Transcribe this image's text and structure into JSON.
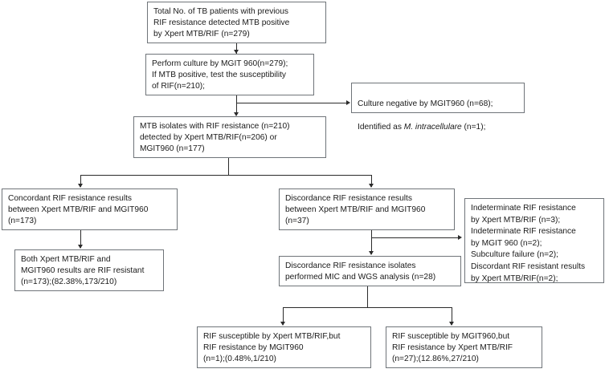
{
  "diagram": {
    "type": "flowchart",
    "title": "TB patient RIF resistance testing flow",
    "colors": {
      "box_border": "#6f7479",
      "connector": "#2b2b2b",
      "text": "#1a1a1a",
      "background": "#ffffff"
    },
    "nodes": {
      "total_patients": "Total No. of TB patients with previous\nRIF resistance detected MTB positive\nby Xpert MTB/RIF (n=279)",
      "perform_culture": "Perform culture by MGIT 960(n=279);\nIf MTB positive, test the susceptibility\nof RIF(n=210);",
      "culture_negative_line1": "Culture negative by MGIT960 (n=68);",
      "culture_negative_line2_pre": "Identified as ",
      "culture_negative_line2_italic": "M. intracellulare",
      "culture_negative_line2_post": " (n=1);",
      "mtb_isolates": "MTB isolates with RIF resistance (n=210)\ndetected by Xpert MTB/RIF(n=206) or\nMGIT960 (n=177)",
      "concordant": "Concordant RIF resistance results\nbetween Xpert MTB/RIF and MGIT960\n(n=173)",
      "both_resistant": "Both Xpert MTB/RIF and\nMGIT960 results are RIF resistant\n(n=173);(82.38%,173/210)",
      "discordance": "Discordance RIF resistance results\nbetween Xpert MTB/RIF and MGIT960\n(n=37)",
      "excluded": "Indeterminate  RIF resistance\n by Xpert MTB/RIF (n=3);\nIndeterminate  RIF resistance\n by MGIT 960 (n=2);\nSubculture failure (n=2);\nDiscordant RIF resistant results\nby Xpert MTB/RIF(n=2);",
      "mic_wgs": "Discordance RIF resistance isolates\nperformed MIC and WGS analysis (n=28)",
      "susceptible_xpert": "RIF susceptible by Xpert MTB/RIF,but\nRIF resistance by MGIT960\n(n=1);(0.48%,1/210)",
      "susceptible_mgit": "RIF susceptible by MGIT960,but\nRIF resistance by Xpert MTB/RIF\n(n=27);(12.86%,27/210)"
    },
    "counts": {
      "total_enrolled": 279,
      "culture_performed": 279,
      "rif_susceptibility_tested": 210,
      "culture_negative": 68,
      "m_intracellulare": 1,
      "mtb_isolates_rif_resistance": 210,
      "detected_by_xpert": 206,
      "detected_by_mgit960": 177,
      "concordant": 173,
      "concordant_percent": "82.38%",
      "concordant_fraction": "173/210",
      "discordant": 37,
      "indeterminate_xpert": 3,
      "indeterminate_mgit960": 2,
      "subculture_failure": 2,
      "discordant_xpert_results": 2,
      "mic_wgs_analyzed": 28,
      "susceptible_xpert_resistant_mgit": 1,
      "susceptible_xpert_percent": "0.48%",
      "susceptible_xpert_fraction": "1/210",
      "susceptible_mgit_resistant_xpert": 27,
      "susceptible_mgit_percent": "12.86%",
      "susceptible_mgit_fraction": "27/210"
    }
  }
}
